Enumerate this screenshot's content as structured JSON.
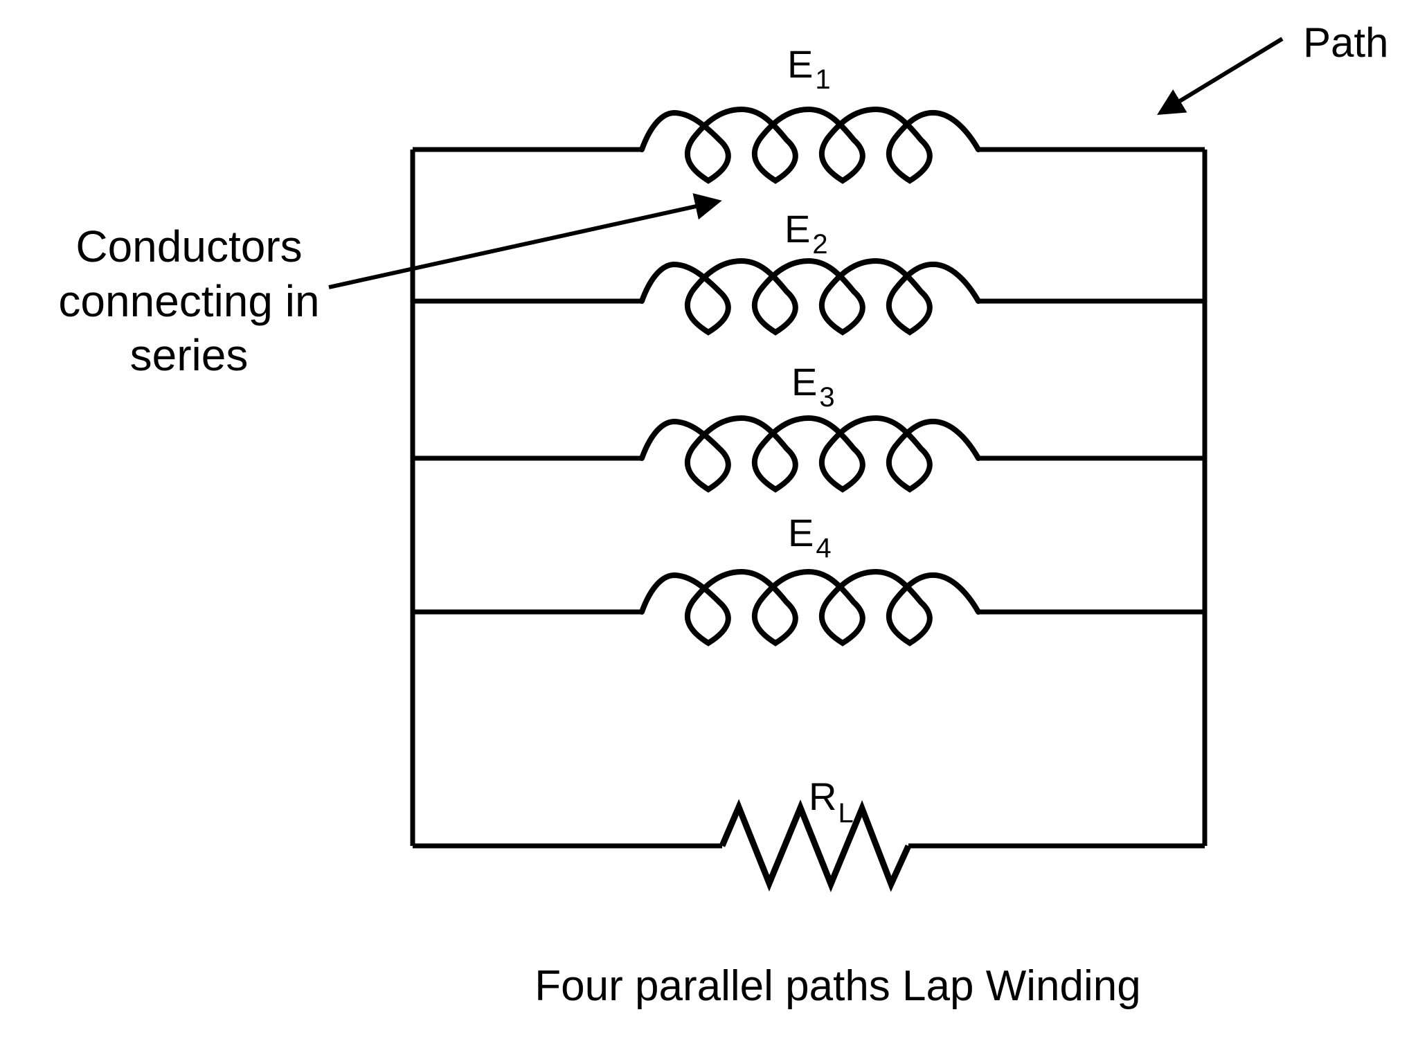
{
  "figure": {
    "background_color": "#ffffff",
    "ink_color": "#000000",
    "caption": "Four parallel paths Lap Winding"
  },
  "circuit": {
    "coils": [
      {
        "id": "E1",
        "label_main": "E",
        "label_sub": "1"
      },
      {
        "id": "E2",
        "label_main": "E",
        "label_sub": "2"
      },
      {
        "id": "E3",
        "label_main": "E",
        "label_sub": "3"
      },
      {
        "id": "E4",
        "label_main": "E",
        "label_sub": "4"
      }
    ],
    "load_resistor": {
      "label_main": "R",
      "label_sub": "L"
    }
  },
  "annotations": {
    "path_label": "Path",
    "conductors_lines": [
      "Conductors",
      "connecting in",
      "series"
    ]
  }
}
